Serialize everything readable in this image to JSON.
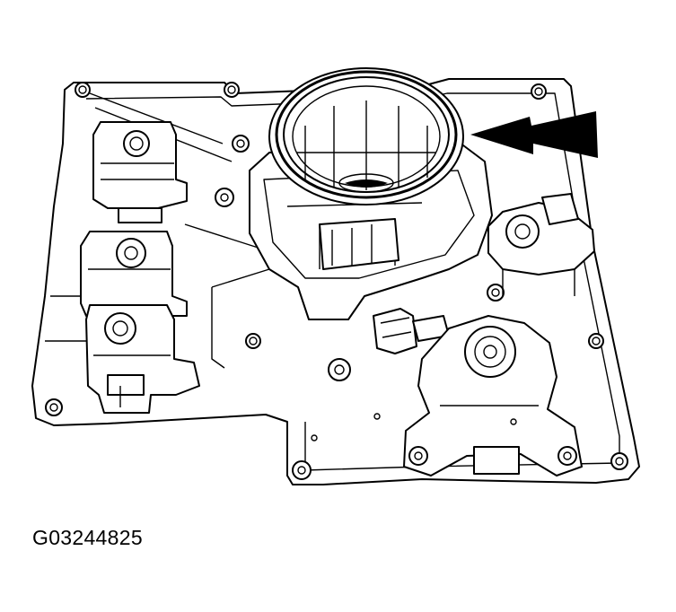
{
  "figure": {
    "id_label": "G03244825",
    "colors": {
      "line": "#000000",
      "background": "#ffffff"
    },
    "callout": {
      "type": "arrow",
      "direction": "left",
      "target": "seal-ring"
    }
  }
}
